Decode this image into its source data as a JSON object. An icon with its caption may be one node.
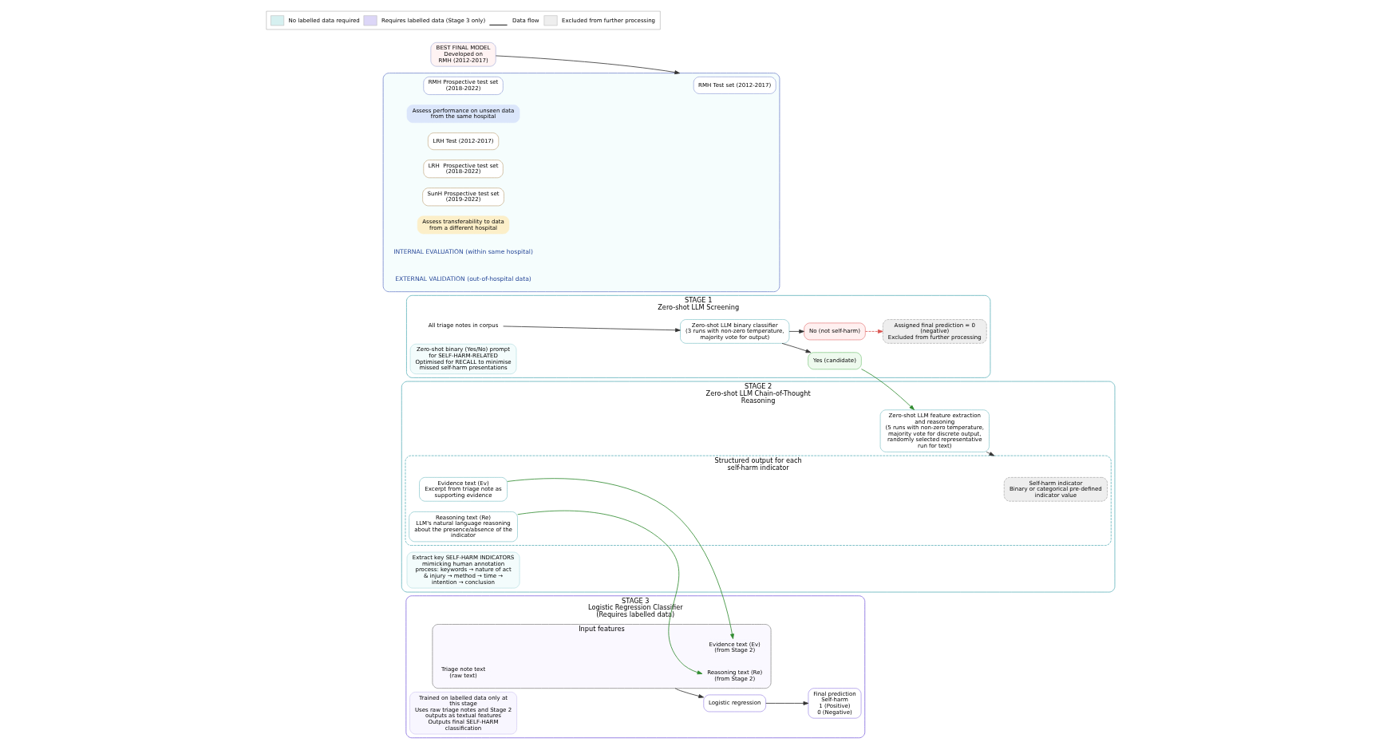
{
  "diagram": {
    "nodes": [
      {
        "text": [
          "STAGE 1",
          "Zero-shot LLM Screening"
        ]
      },
      {
        "text": [
          "All triage notes in corpus"
        ],
        "in": 0
      },
      {
        "text": [
          "Zero-shot LLM binary classifier",
          "(3 runs with non-zero temperature, majority vote for output)"
        ],
        "in": 0
      },
      {
        "text": [
          "Yes (candidate)"
        ],
        "in": 0
      },
      {
        "text": [
          "No (not self-harm)"
        ],
        "in": 0
      },
      {
        "text": [
          "Assigned final prediction = 0 (negative)",
          "Excluded from further processing"
        ],
        "in": 0
      },
      {
        "text": [
          "Zero-shot binary (Yes/No) prompt for SELF-HARM-RELATED",
          "Optimised for RECALL to minimise missed self-harm presentations"
        ],
        "in": 0
      },
      {
        "text": [
          "STAGE 2",
          "Zero-shot LLM Chain-of-Thought Reasoning"
        ]
      },
      {
        "text": [
          "Zero-shot LLM feature extraction and reasoning",
          "(5 runs with non-zero temperature, majority vote for discrete output, randomly selected representative run for text)"
        ],
        "in": 7
      },
      {
        "text": [
          "Structured output for each self-harm indicator"
        ],
        "in": 7
      },
      {
        "text": [
          "Self-harm indicator",
          "Binary or categorical pre-defined indicator value"
        ],
        "in": 9
      },
      {
        "text": [
          "Evidence text (Ev)",
          "Excerpt from triage note as supporting evidence"
        ],
        "in": 9
      },
      {
        "text": [
          "Reasoning text (Re)",
          "LLM's natural language reasoning about the presence/absence of the indicator"
        ],
        "in": 9
      },
      {
        "text": [
          "Extract key SELF-HARM INDICATORS mimicking human annotation process: keywords → nature of act & injury → method → time → intention → conclusion"
        ],
        "in": 7
      },
      {
        "text": [
          "STAGE 3",
          "Logistic Regression Classifier",
          "(Requires labelled data)"
        ]
      },
      {
        "text": [
          "Input features"
        ],
        "in": 14
      },
      {
        "text": [
          "Triage note text",
          "(raw text)"
        ],
        "in": 15
      },
      {
        "text": [
          "Evidence text (Ev)",
          "(from Stage 2)"
        ],
        "in": 15
      },
      {
        "text": [
          "Reasoning text (Re)",
          "(from Stage 2)"
        ],
        "in": 15
      },
      {
        "text": [
          "Logistic regression"
        ],
        "in": 14
      },
      {
        "text": [
          "Final prediction",
          "Self-harm",
          "1 (Positive)",
          "0 (Negative)"
        ],
        "in": 14
      },
      {
        "text": [
          "Trained on labelled data only at this stage",
          "Uses raw triage notes and Stage 2 outputs as textual features",
          "Outputs final SELF-HARM classification"
        ],
        "in": 14
      },
      {
        "text": [
          "BEST FINAL MODEL",
          "Developed on",
          "RMH (2012-2017)"
        ]
      },
      {
        "text": [],
        "shape": "box"
      },
      {
        "text": [
          "RMH Test set (2012-2017)"
        ],
        "in": 23
      },
      {
        "text": [
          "RMH Prospective test set (2018-2022)"
        ],
        "in": 23
      },
      {
        "text": [
          "Assess performance on unseen data from the same hospital"
        ],
        "in": 23
      },
      {
        "text": [
          "LRH Test (2012-2017)"
        ],
        "in": 23
      },
      {
        "text": [
          "LRH  Prospective test set (2018-2022)"
        ],
        "in": 23
      },
      {
        "text": [
          "SunH Prospective test set (2019-2022)"
        ],
        "in": 23
      },
      {
        "text": [
          "Assess transferability to data from a different hospital"
        ],
        "in": 23
      }
    ],
    "edges": [
      {
        "from": 1,
        "to": 2,
        "arrow": "to"
      },
      {
        "from": 2,
        "to": 3,
        "arrow": "to"
      },
      {
        "from": 2,
        "to": 4,
        "arrow": "to"
      },
      {
        "from": 4,
        "to": 5,
        "arrow": "to",
        "style": "dashed",
        "color": "#d9534f"
      },
      {
        "from": 3,
        "to": 8,
        "arrow": "to",
        "color": "#2e8b2e"
      },
      {
        "from": 8,
        "to": 9,
        "arrow": "to"
      },
      {
        "from": 11,
        "to": 17,
        "arrow": "to",
        "color": "#2e8b2e"
      },
      {
        "from": 12,
        "to": 18,
        "arrow": "to",
        "color": "#2e8b2e"
      },
      {
        "from": 15,
        "to": 19,
        "arrow": "to"
      },
      {
        "from": 19,
        "to": 20,
        "arrow": "to"
      },
      {
        "from": 22,
        "to": 23,
        "arrow": "to"
      }
    ],
    "labels": [
      "INTERNAL EVALUATION (within same hospital)",
      "EXTERNAL VALIDATION (out-of-hospital data)"
    ],
    "legend": [
      {
        "text": "No labelled data required",
        "color": "#d6f0f0"
      },
      {
        "text": "Requires labelled data (Stage 3 only)",
        "color": "#dcd6f7"
      },
      {
        "text": "Data flow"
      },
      {
        "text": "Excluded from further processing",
        "color": "#eeeeee"
      }
    ]
  }
}
